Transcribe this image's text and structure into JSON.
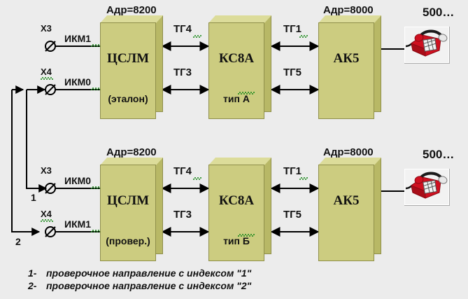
{
  "diagram": {
    "background_color": "#ececec",
    "block_fill": "#cccc80",
    "block_top": "#dcdc9a",
    "block_side": "#b8b866",
    "line_color": "#000000"
  },
  "rows": [
    {
      "id": "row-top",
      "addr_left": "Адр=8200",
      "addr_right": "Адр=8000",
      "subscriber_label": "500…",
      "terminals": [
        {
          "x_label": "X3",
          "line_label": "ИКМ1"
        },
        {
          "x_label": "X4",
          "line_label": "ИКМ0"
        }
      ],
      "blocks": [
        {
          "name": "ЦСЛМ",
          "sub": "(эталон)"
        },
        {
          "name": "КС8А",
          "sub": "тип А"
        },
        {
          "name": "АК5",
          "sub": ""
        }
      ],
      "links": [
        {
          "label": "ТГ4"
        },
        {
          "label": "ТГ3"
        },
        {
          "label": "ТГ1"
        },
        {
          "label": "ТГ5"
        }
      ]
    },
    {
      "id": "row-bottom",
      "addr_left": "Адр=8200",
      "addr_right": "Адр=8000",
      "subscriber_label": "500…",
      "terminals": [
        {
          "x_label": "X3",
          "line_label": "ИКМ0"
        },
        {
          "x_label": "X4",
          "line_label": "ИКМ1"
        }
      ],
      "blocks": [
        {
          "name": "ЦСЛМ",
          "sub": "(провер.)"
        },
        {
          "name": "КС8А",
          "sub": "тип Б"
        },
        {
          "name": "АК5",
          "sub": ""
        }
      ],
      "links": [
        {
          "label": "ТГ4"
        },
        {
          "label": "ТГ3"
        },
        {
          "label": "ТГ1"
        },
        {
          "label": "ТГ5"
        }
      ]
    }
  ],
  "routes": [
    {
      "id": "route-1",
      "label": "1"
    },
    {
      "id": "route-2",
      "label": "2"
    }
  ],
  "legend": [
    {
      "num": "1-",
      "text": "проверочное направление с индексом \"1\""
    },
    {
      "num": "2-",
      "text": "проверочное направление с индексом \"2\""
    }
  ]
}
